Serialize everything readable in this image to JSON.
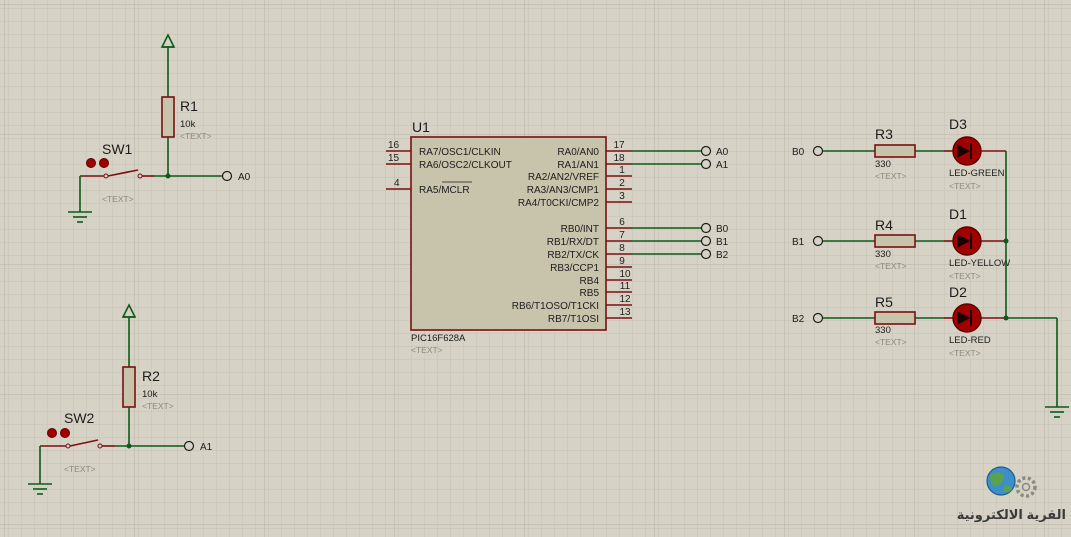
{
  "colors": {
    "background": "#d6d3c6",
    "grid_minor": "#c5c2b5",
    "grid_major": "#b6b3a5",
    "wire": "#0d5a18",
    "component": "#7a1010",
    "chip_fill": "#c8c3ab",
    "resistor_fill": "#c8c3ab",
    "led_fill": "#a00000"
  },
  "components": {
    "u1": {
      "ref": "U1",
      "part": "PIC16F628A",
      "text": "<TEXT>",
      "left_pins": [
        {
          "num": "16",
          "name": "RA7/OSC1/CLKIN"
        },
        {
          "num": "15",
          "name": "RA6/OSC2/CLKOUT"
        },
        {
          "num": "4",
          "name": "RA5/MCLR"
        }
      ],
      "right_pins": [
        {
          "num": "17",
          "name": "RA0/AN0"
        },
        {
          "num": "18",
          "name": "RA1/AN1"
        },
        {
          "num": "1",
          "name": "RA2/AN2/VREF"
        },
        {
          "num": "2",
          "name": "RA3/AN3/CMP1"
        },
        {
          "num": "3",
          "name": "RA4/T0CKI/CMP2"
        },
        {
          "num": "6",
          "name": "RB0/INT"
        },
        {
          "num": "7",
          "name": "RB1/RX/DT"
        },
        {
          "num": "8",
          "name": "RB2/TX/CK"
        },
        {
          "num": "9",
          "name": "RB3/CCP1"
        },
        {
          "num": "10",
          "name": "RB4"
        },
        {
          "num": "11",
          "name": "RB5"
        },
        {
          "num": "12",
          "name": "RB6/T1OSO/T1CKI"
        },
        {
          "num": "13",
          "name": "RB7/T1OSI"
        }
      ]
    },
    "r1": {
      "ref": "R1",
      "value": "10k",
      "text": "<TEXT>"
    },
    "r2": {
      "ref": "R2",
      "value": "10k",
      "text": "<TEXT>"
    },
    "r3": {
      "ref": "R3",
      "value": "330",
      "text": "<TEXT>"
    },
    "r4": {
      "ref": "R4",
      "value": "330",
      "text": "<TEXT>"
    },
    "r5": {
      "ref": "R5",
      "value": "330",
      "text": "<TEXT>"
    },
    "sw1": {
      "ref": "SW1",
      "text": "<TEXT>"
    },
    "sw2": {
      "ref": "SW2",
      "text": "<TEXT>"
    },
    "d3": {
      "ref": "D3",
      "value": "LED-GREEN",
      "text": "<TEXT>"
    },
    "d1": {
      "ref": "D1",
      "value": "LED-YELLOW",
      "text": "<TEXT>"
    },
    "d2": {
      "ref": "D2",
      "value": "LED-RED",
      "text": "<TEXT>"
    }
  },
  "terminals": {
    "sw1_out": "A0",
    "sw2_out": "A1",
    "u1_a0": "A0",
    "u1_a1": "A1",
    "u1_b0": "B0",
    "u1_b1": "B1",
    "u1_b2": "B2",
    "led_b0": "B0",
    "led_b1": "B1",
    "led_b2": "B2"
  },
  "logo": {
    "text": "القرية الالكترونية",
    "icon": "globe-gear-icon"
  }
}
